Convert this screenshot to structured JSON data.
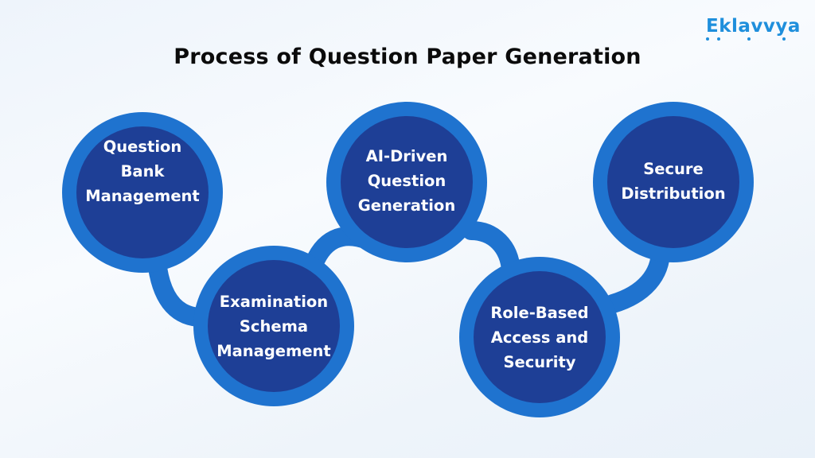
{
  "title": "Process of Question Paper Generation",
  "logo": {
    "text": "Eklavvya"
  },
  "colors": {
    "ring": "#1f73cf",
    "disc": "#1e3f96",
    "connector": "#1f73cf",
    "title": "#0b0b0b",
    "logo": "#1f8fdc"
  },
  "steps": [
    {
      "lines": [
        "Question",
        "Bank",
        "Management"
      ]
    },
    {
      "lines": [
        "Examination",
        "Schema",
        "Management"
      ]
    },
    {
      "lines": [
        "AI-Driven",
        "Question",
        "Generation"
      ]
    },
    {
      "lines": [
        "Role-Based",
        "Access and",
        "Security"
      ]
    },
    {
      "lines": [
        "Secure",
        "Distribution"
      ]
    }
  ]
}
